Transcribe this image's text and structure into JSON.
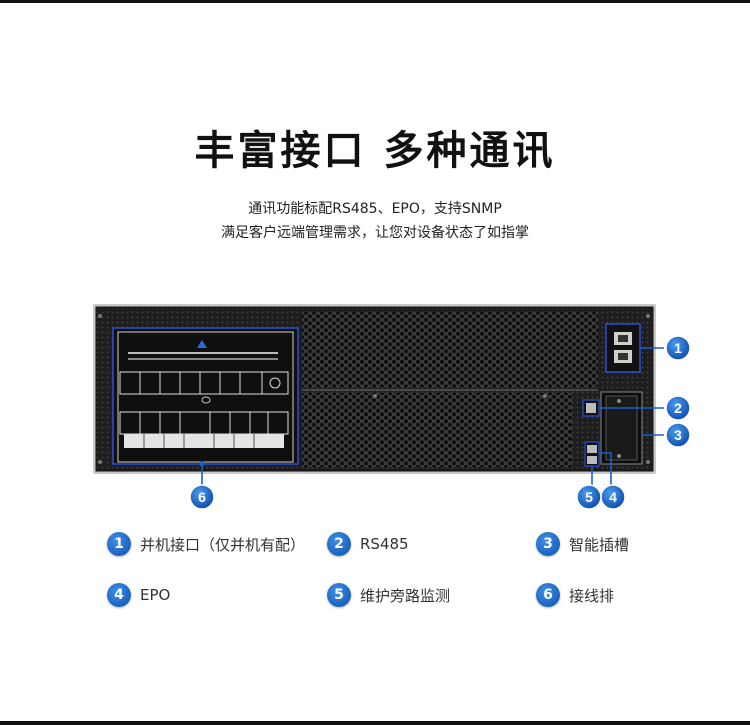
{
  "header": {
    "title": "丰富接口 多种通讯",
    "subtitle_line1": "通讯功能标配RS485、EPO，支持SNMP",
    "subtitle_line2": "满足客户远端管理需求，让您对设备状态了如指掌"
  },
  "callouts": [
    "1",
    "2",
    "3",
    "4",
    "5",
    "6"
  ],
  "legend": [
    {
      "num": "1",
      "label": "并机接口（仅并机有配）"
    },
    {
      "num": "2",
      "label": "RS485"
    },
    {
      "num": "3",
      "label": "智能插槽"
    },
    {
      "num": "4",
      "label": "EPO"
    },
    {
      "num": "5",
      "label": "维护旁路监测"
    },
    {
      "num": "6",
      "label": "接线排"
    }
  ],
  "colors": {
    "accent_blue": "#1560c8",
    "device_body": "#2a2a2a",
    "panel_outline": "#2a4fd6"
  }
}
